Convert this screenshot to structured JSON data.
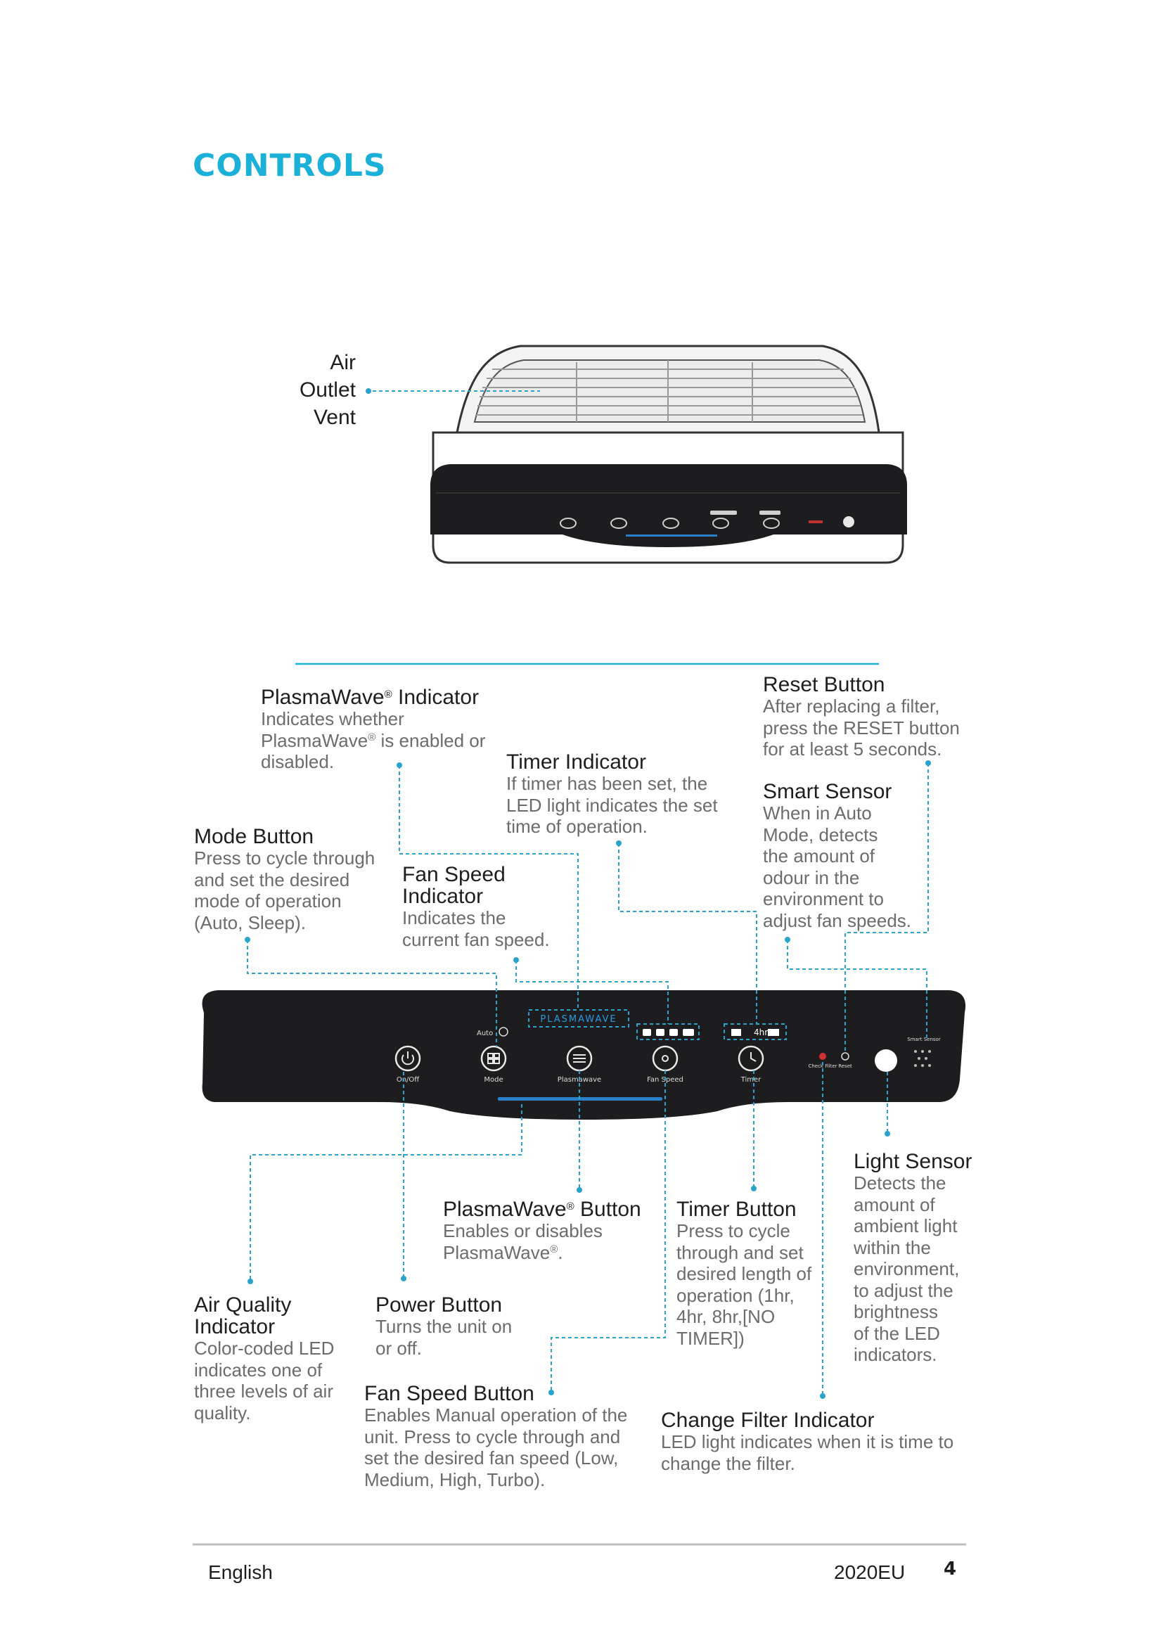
{
  "title": "CONTROLS",
  "vent_label": [
    "Air",
    "Outlet",
    "Vent"
  ],
  "panel": {
    "auto_label": "Auto",
    "plasmawave_logo": "PLASMAWAVE",
    "timer_4hr": "4hr",
    "button_labels": [
      "On/Off",
      "Mode",
      "Plasmawave",
      "Fan Speed",
      "Timer"
    ],
    "check_filter": "Check Filter",
    "reset": "Reset",
    "smart_sensor": "Smart Sensor"
  },
  "callouts": {
    "plasmawave_indicator": {
      "title": "PlasmaWave",
      "title_suffix": " Indicator",
      "reg": "®",
      "lines": [
        "Indicates whether",
        "PlasmaWave",
        " is enabled or",
        "disabled."
      ]
    },
    "timer_indicator": {
      "title": "Timer Indicator",
      "lines": [
        "If timer has been set, the",
        "LED light indicates the set",
        "time of operation."
      ]
    },
    "reset_button": {
      "title": "Reset Button",
      "lines": [
        "After replacing a filter,",
        "press the RESET button",
        "for at least 5 seconds."
      ]
    },
    "smart_sensor": {
      "title": "Smart Sensor",
      "lines": [
        "When in Auto",
        "Mode, detects",
        "the amount of",
        "odour in the",
        "environment to",
        "adjust fan speeds."
      ]
    },
    "mode_button": {
      "title": "Mode Button",
      "lines": [
        "Press to cycle through",
        "and set the desired",
        "mode of operation",
        "(Auto, Sleep)."
      ]
    },
    "fan_speed_indicator": {
      "title": [
        "Fan Speed",
        "Indicator"
      ],
      "lines": [
        "Indicates the",
        "current fan speed."
      ]
    },
    "light_sensor": {
      "title": "Light Sensor",
      "lines": [
        "Detects the",
        "amount of",
        "ambient light",
        "within the",
        "environment,",
        "to adjust the",
        "brightness",
        "of the LED",
        "indicators."
      ]
    },
    "plasmawave_button": {
      "title": "PlasmaWave",
      "title_suffix": " Button",
      "reg": "®",
      "lines": [
        "Enables or disables",
        "PlasmaWave",
        "."
      ]
    },
    "timer_button": {
      "title": "Timer Button",
      "lines": [
        "Press to cycle",
        "through and set",
        "desired length of",
        "operation (1hr,",
        "4hr, 8hr,[NO",
        "TIMER])"
      ]
    },
    "air_quality_indicator": {
      "title": [
        "Air Quality",
        "Indicator"
      ],
      "lines": [
        "Color-coded LED",
        "indicates one of",
        "three levels of air",
        "quality."
      ]
    },
    "power_button": {
      "title": "Power Button",
      "lines": [
        "Turns the unit on",
        "or off."
      ]
    },
    "fan_speed_button": {
      "title": "Fan Speed Button",
      "lines": [
        "Enables Manual operation of the",
        "unit. Press to cycle through and",
        "set the desired fan speed (Low,",
        "Medium, High, Turbo)."
      ]
    },
    "change_filter_indicator": {
      "title": "Change Filter Indicator",
      "lines": [
        "LED light indicates when it is time to",
        "change the filter."
      ]
    }
  },
  "footer": {
    "language": "English",
    "model": "2020EU",
    "page": "4"
  },
  "colors": {
    "accent": "#1ab0d8",
    "leader": "#2aa3cc",
    "panel": "#1d1d1f"
  }
}
